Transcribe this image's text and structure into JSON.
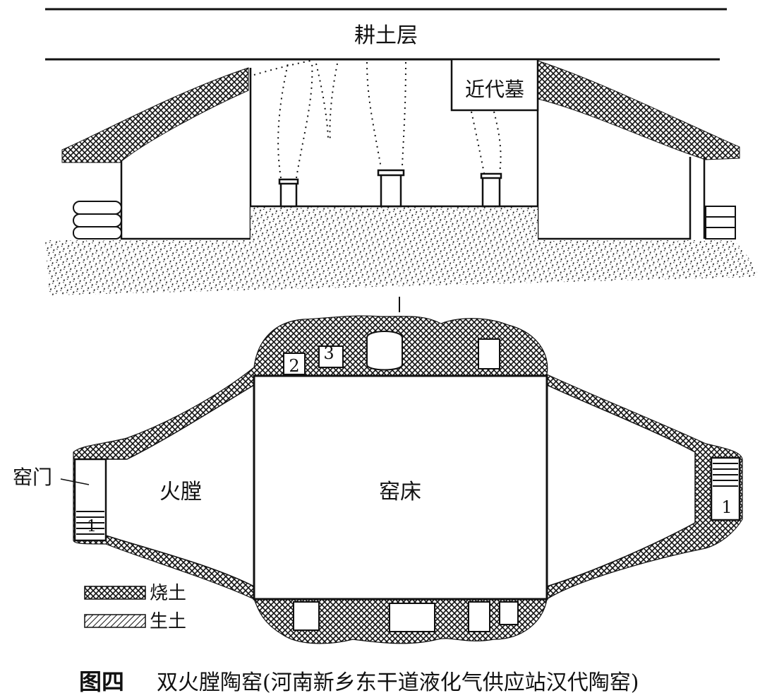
{
  "section_labels": {
    "plough_layer": "耕土层",
    "modern_tomb": "近代墓"
  },
  "plan_labels": {
    "kiln_door": "窑门",
    "firebox": "火膛",
    "kiln_bed": "窑床",
    "num_1_left": "1",
    "num_1_right": "1",
    "num_2": "2",
    "num_3": "3"
  },
  "legend": {
    "items": [
      {
        "key": "burnt",
        "label": "烧土"
      },
      {
        "key": "raw",
        "label": "生土"
      }
    ]
  },
  "caption": {
    "figure_number": "图四",
    "text": "双火膛陶窑(河南新乡东干道液化气供应站汉代陶窑)"
  },
  "colors": {
    "ink": "#111111",
    "paper": "#ffffff"
  }
}
